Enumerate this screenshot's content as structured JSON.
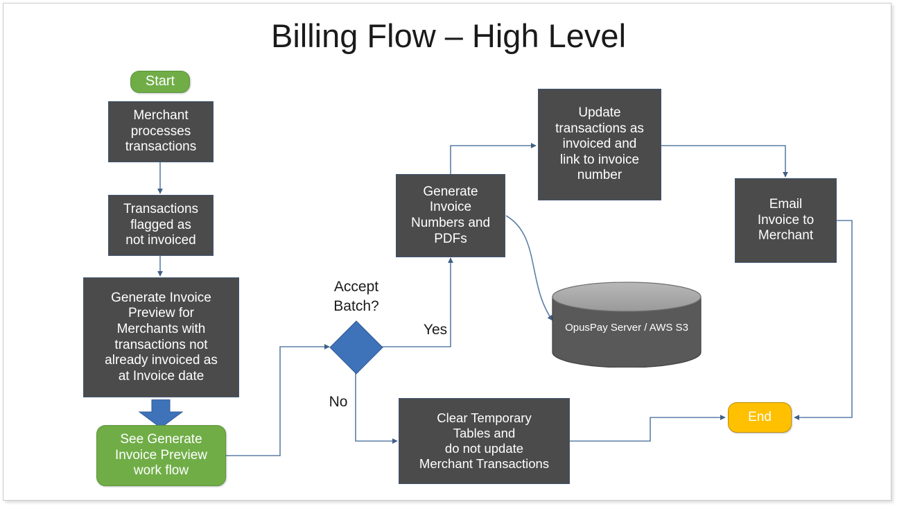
{
  "diagram": {
    "title": "Billing Flow – High Level",
    "type": "flowchart",
    "colors": {
      "process_fill": "#4B4B4B",
      "start_fill": "#70AD47",
      "end_fill": "#FFC000",
      "decision_fill": "#3E72B9",
      "connector": "#5B7FA6",
      "database_fill": "#595959",
      "text_light": "#FFFFFF",
      "text_dark": "#1A1A1A"
    },
    "nodes": {
      "start": {
        "label": "Start",
        "shape": "terminator"
      },
      "merchant_processes": {
        "label": "Merchant\nprocesses\ntransactions",
        "shape": "process"
      },
      "flagged": {
        "label": "Transactions\nflagged as\nnot invoiced",
        "shape": "process"
      },
      "generate_preview": {
        "label": "Generate Invoice\nPreview for\nMerchants with\ntransactions not\nalready invoiced  as\nat Invoice date",
        "shape": "process"
      },
      "see_preview_flow": {
        "label": "See Generate\nInvoice Preview\nwork flow",
        "shape": "terminator"
      },
      "decision": {
        "label": "Accept\nBatch?",
        "shape": "diamond"
      },
      "generate_numbers": {
        "label": "Generate\nInvoice\nNumbers and\nPDFs",
        "shape": "process"
      },
      "update_transactions": {
        "label": "Update\ntransactions as\ninvoiced and\nlink to invoice\nnumber",
        "shape": "process"
      },
      "email_invoice": {
        "label": "Email\nInvoice to\nMerchant",
        "shape": "process"
      },
      "database": {
        "label": "OpusPay Server  /  AWS S3",
        "shape": "cylinder"
      },
      "clear_tables": {
        "label": "Clear Temporary\nTables and\ndo not update\nMerchant Transactions",
        "shape": "process"
      },
      "end": {
        "label": "End",
        "shape": "terminator"
      }
    },
    "edge_labels": {
      "yes": "Yes",
      "no": "No"
    },
    "edges": [
      {
        "from": "start",
        "to": "merchant_processes",
        "label": ""
      },
      {
        "from": "merchant_processes",
        "to": "flagged",
        "label": ""
      },
      {
        "from": "flagged",
        "to": "generate_preview",
        "label": ""
      },
      {
        "from": "generate_preview",
        "to": "see_preview_flow",
        "label": ""
      },
      {
        "from": "see_preview_flow",
        "to": "decision",
        "label": ""
      },
      {
        "from": "decision",
        "to": "generate_numbers",
        "label": "Yes"
      },
      {
        "from": "decision",
        "to": "clear_tables",
        "label": "No"
      },
      {
        "from": "generate_numbers",
        "to": "update_transactions",
        "label": ""
      },
      {
        "from": "generate_numbers",
        "to": "database",
        "label": ""
      },
      {
        "from": "update_transactions",
        "to": "email_invoice",
        "label": ""
      },
      {
        "from": "email_invoice",
        "to": "end",
        "label": ""
      },
      {
        "from": "clear_tables",
        "to": "end",
        "label": ""
      }
    ]
  }
}
